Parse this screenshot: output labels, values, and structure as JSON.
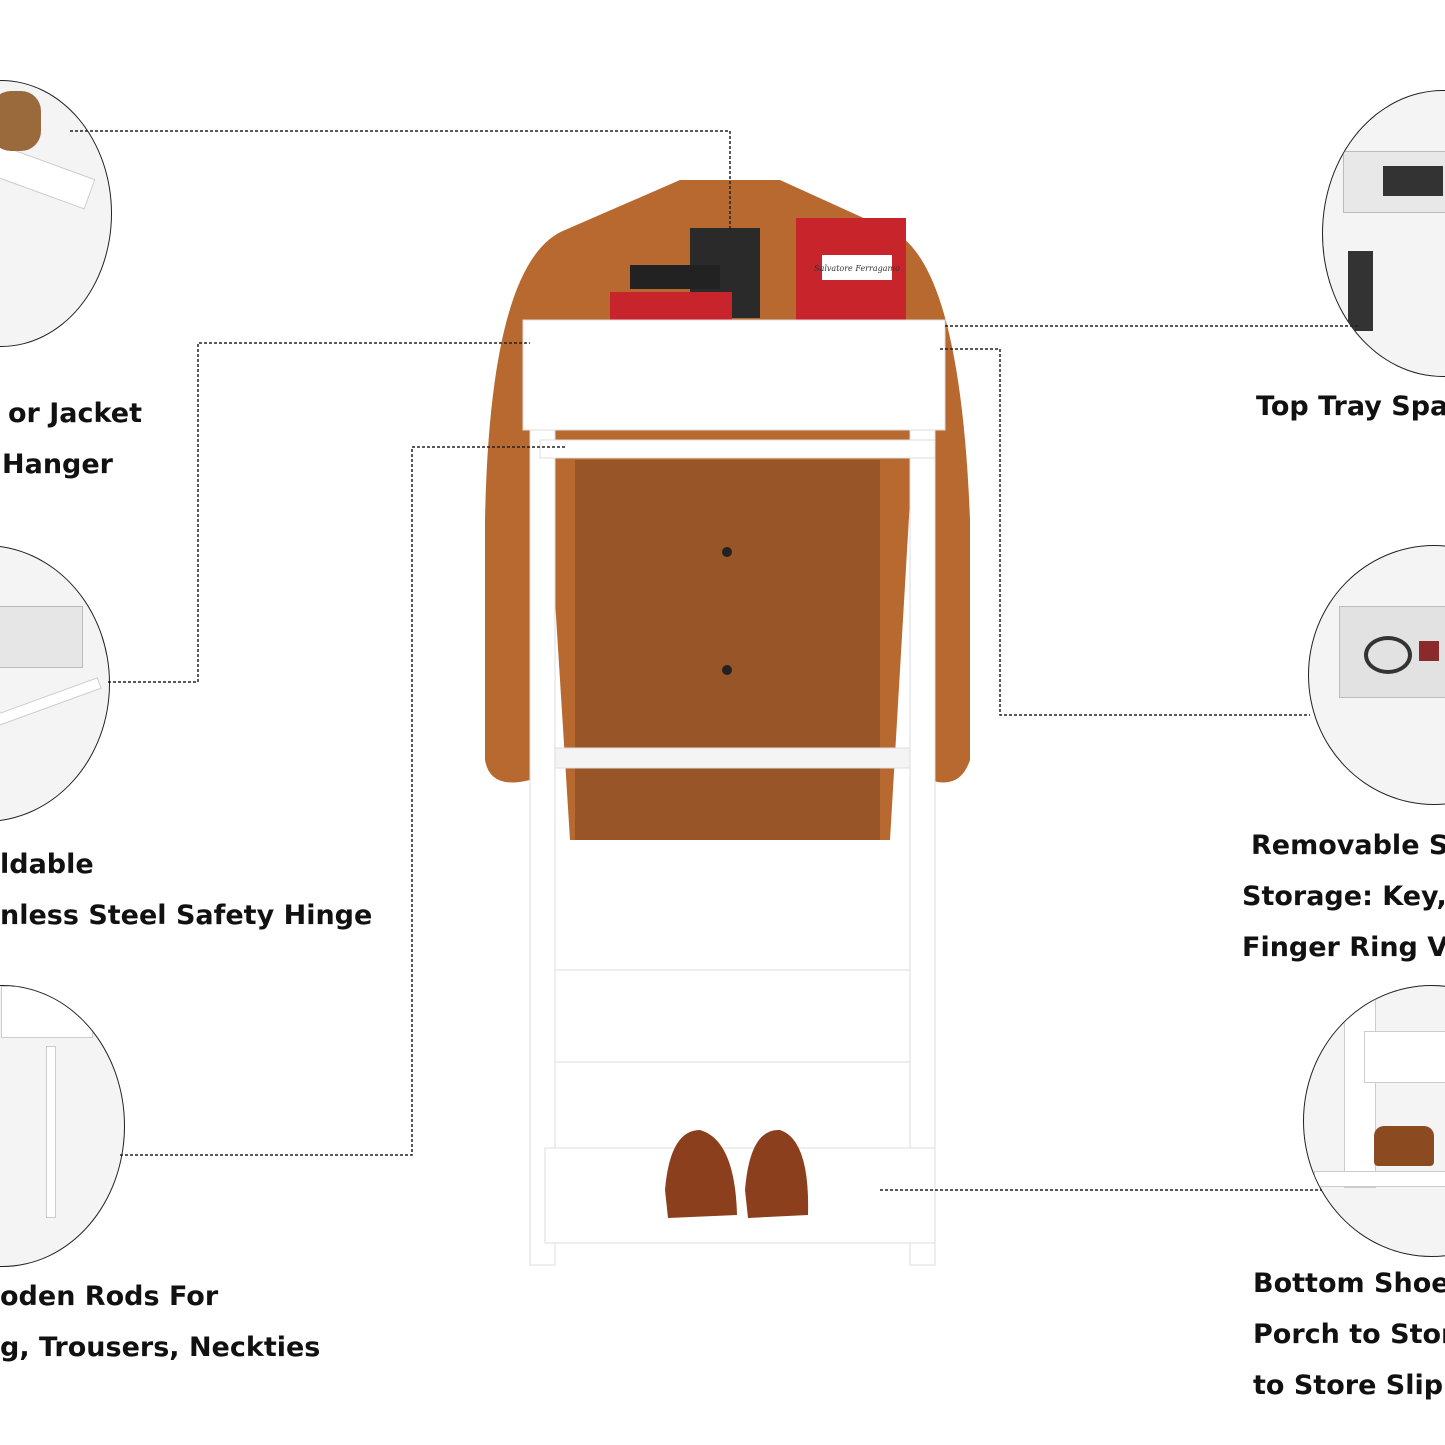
{
  "features": {
    "left": [
      {
        "lines": [
          "or Jacket",
          "Hanger"
        ]
      },
      {
        "lines": [
          "ldable",
          "nless Steel Safety Hinge"
        ]
      },
      {
        "lines": [
          "oden Rods For",
          "g, Trousers, Neckties"
        ]
      }
    ],
    "right": [
      {
        "lines": [
          "Top Tray Spa"
        ]
      },
      {
        "lines": [
          "Removable Sc",
          "Storage: Key,",
          "Finger Ring Ve"
        ]
      },
      {
        "lines": [
          "Bottom Shoe",
          "Porch to Stor",
          "to Store Slipp"
        ]
      }
    ]
  },
  "product": {
    "gift_box_logo": "Salvatore Ferragamo"
  },
  "colors": {
    "coat": "#b8692f",
    "frame": "#ffffff",
    "gift_box": "#c8242c",
    "leader_line": "#222222"
  }
}
